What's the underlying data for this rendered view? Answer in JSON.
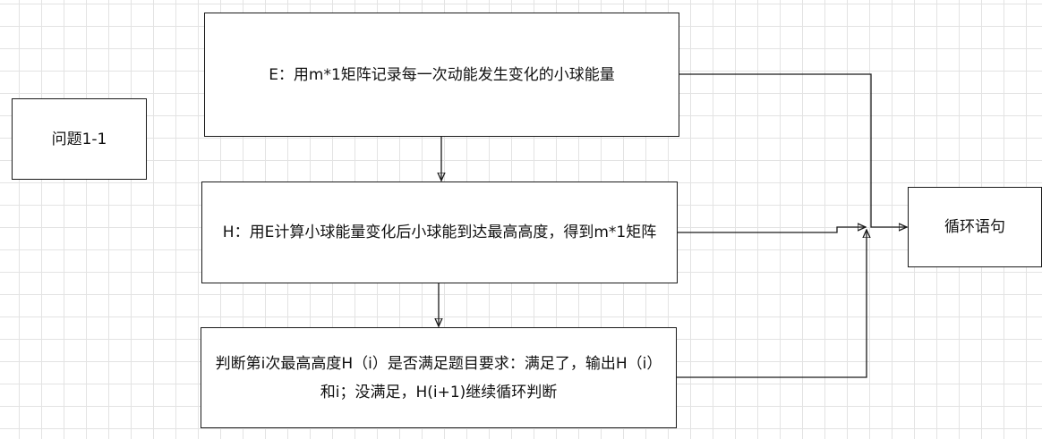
{
  "diagram": {
    "nodes": {
      "problem": "问题1-1",
      "e": "E：用m*1矩阵记录每一次动能发生变化的小球能量",
      "h": "H：用E计算小球能量变化后小球能到达最高高度，得到m*1矩阵",
      "judge": "判断第i次最高高度H（i）是否满足题目要求：满足了，输出H（i）和i；没满足，H(i+1)继续循环判断",
      "loop": "循环语句"
    },
    "edges": [
      {
        "from": "e",
        "to": "h"
      },
      {
        "from": "h",
        "to": "judge"
      },
      {
        "from": "e",
        "to": "loop"
      },
      {
        "from": "h",
        "to": "loop"
      },
      {
        "from": "judge",
        "to": "loop"
      }
    ],
    "colors": {
      "stroke": "#1a1a1a",
      "grid": "#e3e3e3",
      "background": "#ffffff"
    }
  }
}
